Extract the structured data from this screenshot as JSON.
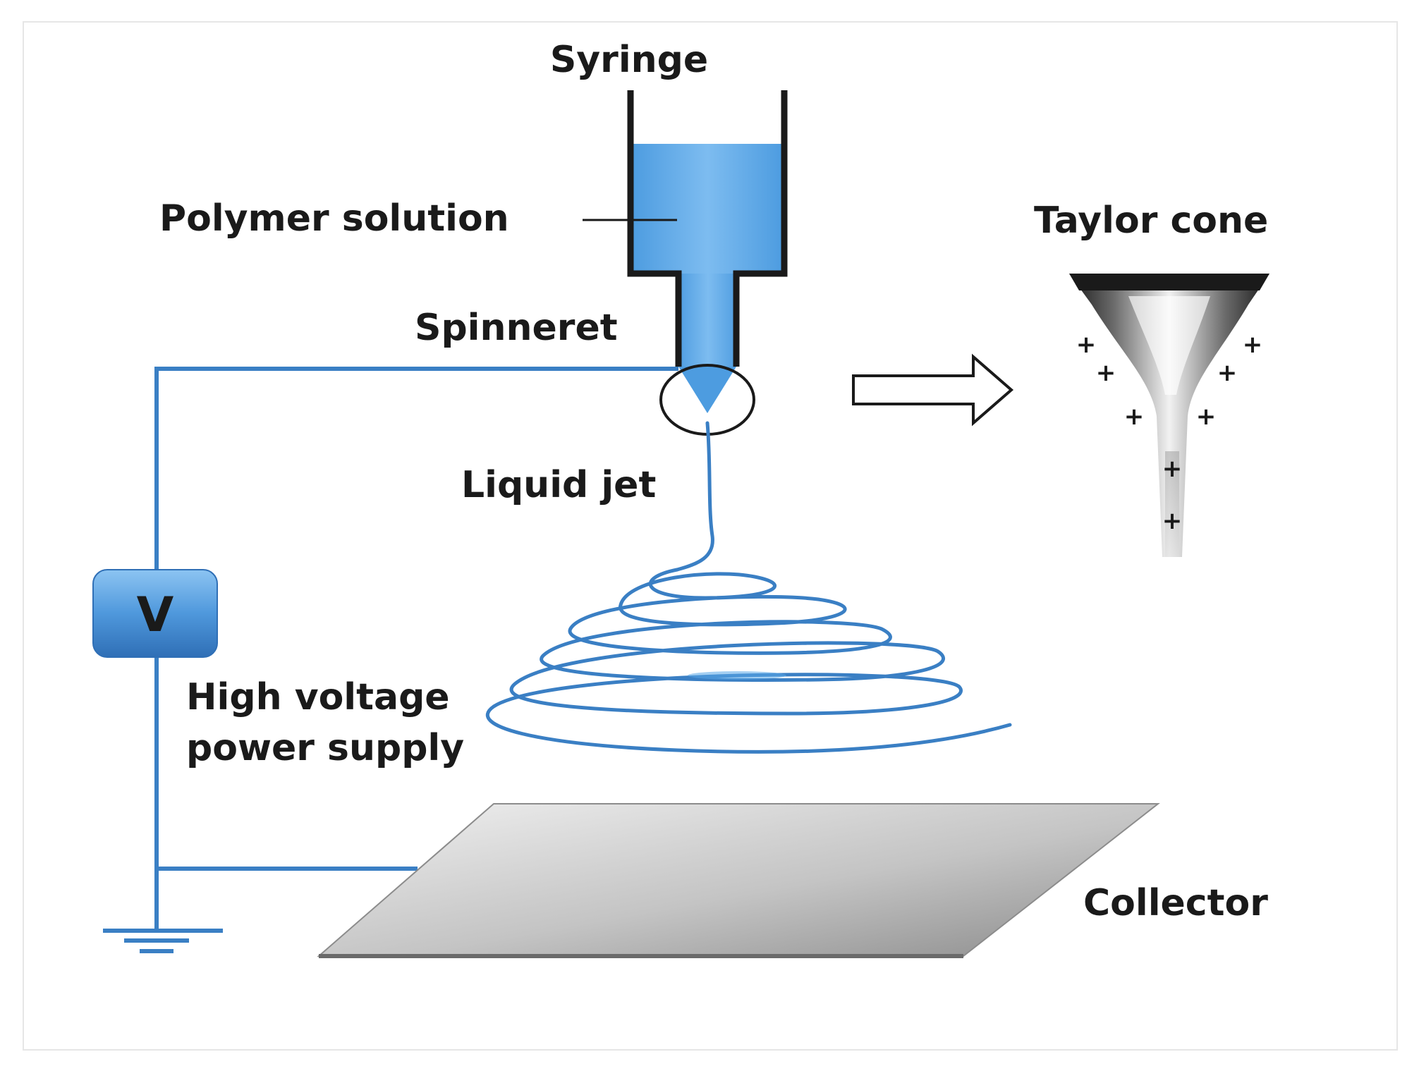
{
  "labels": {
    "syringe": "Syringe",
    "polymer_solution": "Polymer solution",
    "spinneret": "Spinneret",
    "liquid_jet": "Liquid jet",
    "taylor_cone": "Taylor cone",
    "high_voltage_line1": "High voltage",
    "high_voltage_line2": "power supply",
    "collector": "Collector",
    "voltage_symbol": "V",
    "charge_symbol": "+"
  },
  "colors": {
    "solution_blue": "#5aa7e8",
    "wire_blue": "#3a7fc4",
    "outline": "#1a1a1a",
    "collector_light": "#e2e2e2",
    "collector_dark": "#8c8c8c",
    "voltage_box": "#4a90d9"
  },
  "icons": {
    "ground": "ground-symbol-icon",
    "arrow": "right-arrow-icon",
    "voltage": "voltmeter-icon"
  }
}
